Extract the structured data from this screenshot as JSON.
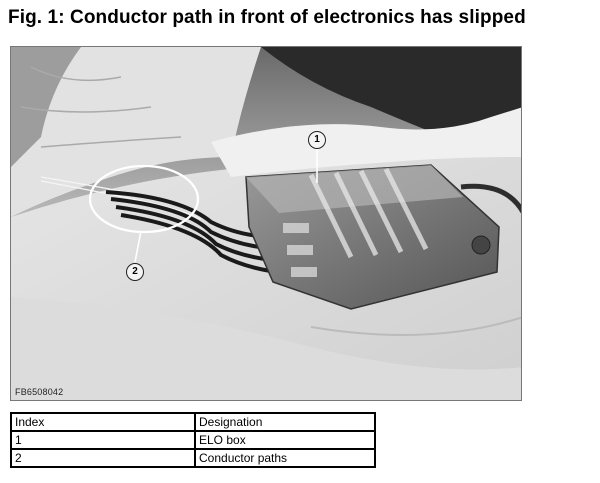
{
  "figure": {
    "title": "Fig. 1: Conductor path in front of electronics has slipped",
    "image_id": "FB6508042",
    "callouts": [
      "1",
      "2"
    ]
  },
  "legend": {
    "headers": [
      "Index",
      "Designation"
    ],
    "rows": [
      [
        "1",
        "ELO box"
      ],
      [
        "2",
        "Conductor paths"
      ]
    ]
  }
}
